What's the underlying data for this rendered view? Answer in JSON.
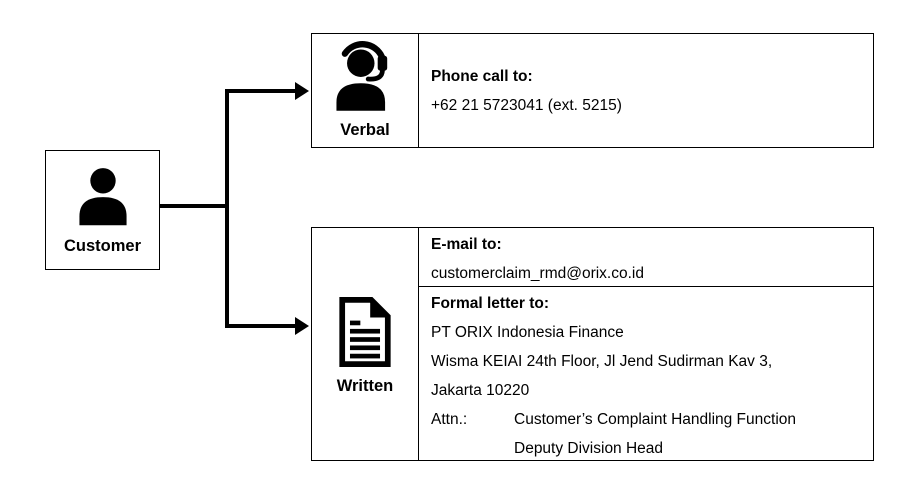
{
  "customer": {
    "label": "Customer",
    "icon": "person-icon"
  },
  "verbal": {
    "label": "Verbal",
    "icon": "headset-person-icon",
    "phone_heading": "Phone call to:",
    "phone_number": "+62 21 5723041 (ext. 5215)"
  },
  "written": {
    "label": "Written",
    "icon": "document-icon",
    "email_heading": "E-mail to:",
    "email_address": "customerclaim_rmd@orix.co.id",
    "letter_heading": "Formal letter to:",
    "letter_lines": [
      "PT ORIX Indonesia Finance",
      "Wisma KEIAI 24th Floor, Jl Jend Sudirman Kav 3,",
      "Jakarta 10220"
    ],
    "attn_label": "Attn.:",
    "attn_line1": "Customer’s Complaint Handling Function",
    "attn_line2": "Deputy Division Head"
  },
  "colors": {
    "ink": "#000000",
    "background": "#ffffff"
  }
}
